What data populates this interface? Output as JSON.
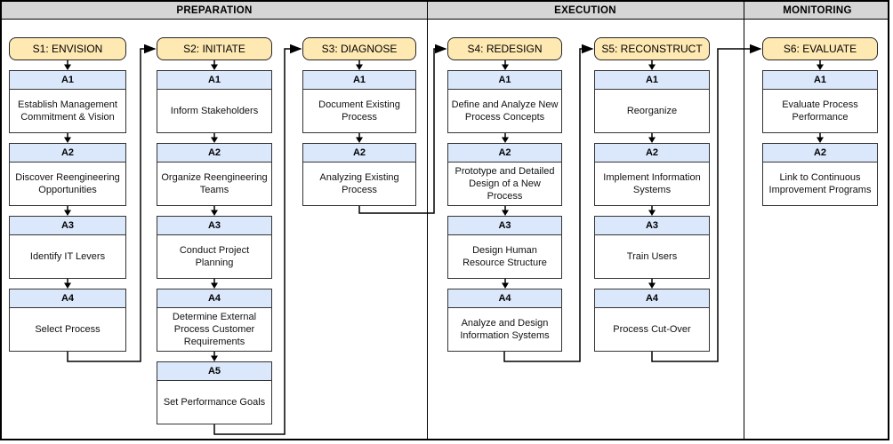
{
  "phases": [
    {
      "label": "PREPARATION"
    },
    {
      "label": "EXECUTION"
    },
    {
      "label": "MONITORING"
    }
  ],
  "stages": [
    {
      "label": "S1: ENVISION",
      "phase": "PREPARATION",
      "activities": [
        {
          "code": "A1",
          "text": "Establish Management Commitment & Vision"
        },
        {
          "code": "A2",
          "text": "Discover Reengineering Opportunities"
        },
        {
          "code": "A3",
          "text": "Identify IT Levers"
        },
        {
          "code": "A4",
          "text": "Select Process"
        }
      ]
    },
    {
      "label": "S2: INITIATE",
      "phase": "PREPARATION",
      "activities": [
        {
          "code": "A1",
          "text": "Inform Stakeholders"
        },
        {
          "code": "A2",
          "text": "Organize Reengineering Teams"
        },
        {
          "code": "A3",
          "text": "Conduct Project Planning"
        },
        {
          "code": "A4",
          "text": "Determine External Process Customer Requirements"
        },
        {
          "code": "A5",
          "text": "Set Performance Goals"
        }
      ]
    },
    {
      "label": "S3: DIAGNOSE",
      "phase": "PREPARATION",
      "activities": [
        {
          "code": "A1",
          "text": "Document Existing Process"
        },
        {
          "code": "A2",
          "text": "Analyzing Existing Process"
        }
      ]
    },
    {
      "label": "S4: REDESIGN",
      "phase": "EXECUTION",
      "activities": [
        {
          "code": "A1",
          "text": "Define and Analyze New Process Concepts"
        },
        {
          "code": "A2",
          "text": "Prototype and Detailed Design of a New Process"
        },
        {
          "code": "A3",
          "text": "Design Human Resource Structure"
        },
        {
          "code": "A4",
          "text": "Analyze and Design Information Systems"
        }
      ]
    },
    {
      "label": "S5: RECONSTRUCT",
      "phase": "EXECUTION",
      "activities": [
        {
          "code": "A1",
          "text": "Reorganize"
        },
        {
          "code": "A2",
          "text": "Implement Information Systems"
        },
        {
          "code": "A3",
          "text": "Train Users"
        },
        {
          "code": "A4",
          "text": "Process Cut-Over"
        }
      ]
    },
    {
      "label": "S6: EVALUATE",
      "phase": "MONITORING",
      "activities": [
        {
          "code": "A1",
          "text": "Evaluate Process Performance"
        },
        {
          "code": "A2",
          "text": "Link to Continuous Improvement Programs"
        }
      ]
    }
  ],
  "connections": [
    "S1 last activity → S2 header",
    "S2 last activity → S3 header",
    "S3 last activity → S4 header",
    "S4 last activity → S5 header",
    "S5 last activity → S6 header"
  ],
  "colors": {
    "phase_fill": "#D5D5D5",
    "stage_fill": "#FFE9B3",
    "stage_border": "#262626",
    "activity_header_fill": "#DBE8FC",
    "box_border": "#333333",
    "line": "#000000"
  }
}
